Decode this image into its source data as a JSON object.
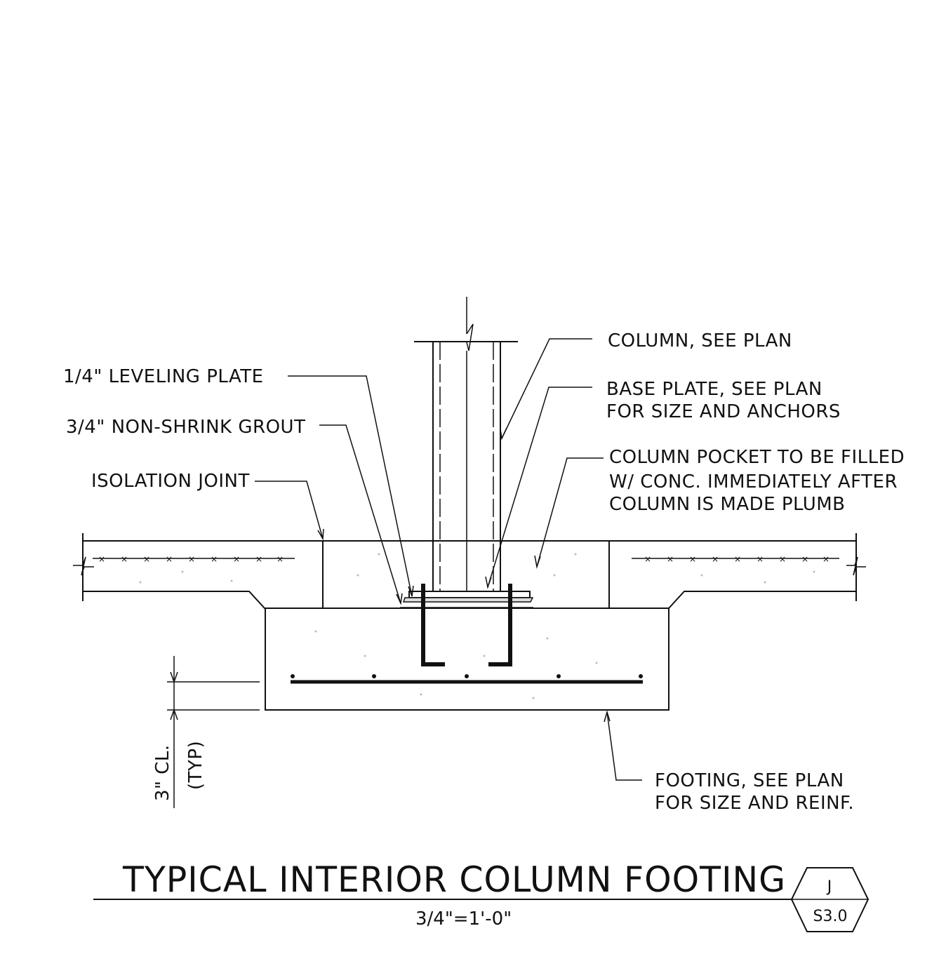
{
  "labels": {
    "column": "COLUMN, SEE PLAN",
    "base_plate_1": "BASE PLATE, SEE PLAN",
    "base_plate_2": "FOR SIZE AND ANCHORS",
    "pocket_1": "COLUMN POCKET TO BE FILLED",
    "pocket_2": "W/ CONC. IMMEDIATELY AFTER",
    "pocket_3": "COLUMN IS MADE PLUMB",
    "leveling_plate": "1/4\" LEVELING PLATE",
    "grout": "3/4\" NON-SHRINK GROUT",
    "isolation_joint": "ISOLATION JOINT",
    "footing_1": "FOOTING, SEE PLAN",
    "footing_2": "FOR SIZE AND REINF.",
    "cover_1": "3\" CL.",
    "cover_2": "(TYP)"
  },
  "title": {
    "text": "TYPICAL INTERIOR COLUMN FOOTING",
    "scale": "3/4\"=1'-0\"",
    "detail_id": "J",
    "sheet": "S3.0"
  }
}
